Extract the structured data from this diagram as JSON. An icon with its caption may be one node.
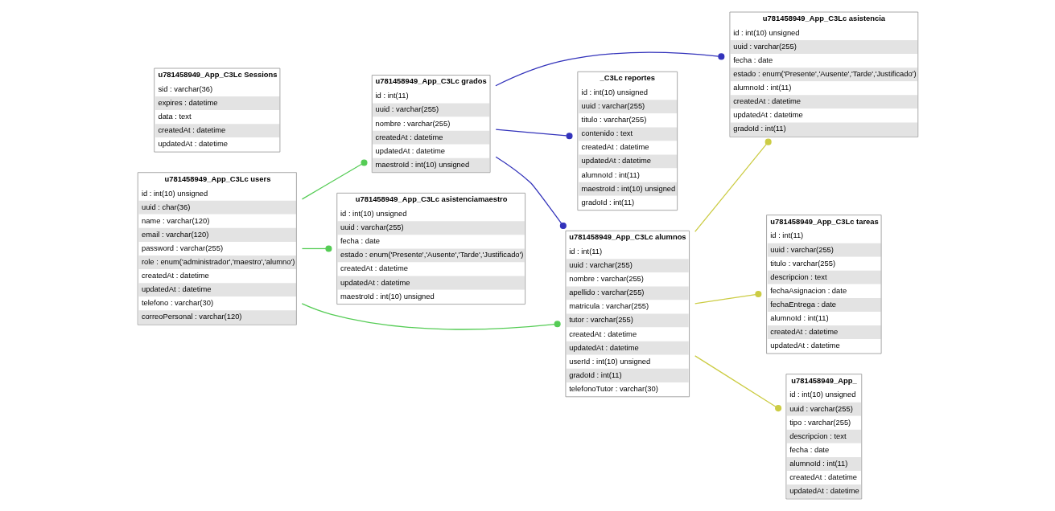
{
  "diagram": {
    "nodes": [
      {
        "text": [
          "u781458949_App_C3Lc users",
          "id : int(10) unsigned",
          "uuid : char(36)",
          "name : varchar(120)",
          "email : varchar(120)",
          "password : varchar(255)",
          "role : enum('administrador','maestro','alumno')",
          "createdAt : datetime",
          "updatedAt : datetime",
          "telefono : varchar(30)",
          "correoPersonal : varchar(120)"
        ]
      },
      {
        "text": [
          "u781458949_App_C3Lc Sessions",
          "sid : varchar(36)",
          "expires : datetime",
          "data : text",
          "createdAt : datetime",
          "updatedAt : datetime"
        ]
      },
      {
        "text": [
          "u781458949_App_C3Lc grados",
          "id : int(11)",
          "uuid : varchar(255)",
          "nombre : varchar(255)",
          "createdAt : datetime",
          "updatedAt : datetime",
          "maestroId : int(10) unsigned"
        ]
      },
      {
        "text": [
          "u781458949_App_C3Lc asistenciamaestro",
          "id : int(10) unsigned",
          "uuid : varchar(255)",
          "fecha : date",
          "estado : enum('Presente','Ausente','Tarde','Justificado')",
          "createdAt : datetime",
          "updatedAt : datetime",
          "maestroId : int(10) unsigned"
        ]
      },
      {
        "text": [
          "u781458949_App_C3Lc alumnos",
          "id : int(11)",
          "uuid : varchar(255)",
          "nombre : varchar(255)",
          "apellido : varchar(255)",
          "matricula : varchar(255)",
          "tutor : varchar(255)",
          "createdAt : datetime",
          "updatedAt : datetime",
          "userId : int(10) unsigned",
          "gradoId : int(11)",
          "telefonoTutor : varchar(30)"
        ]
      },
      {
        "text": [
          "u781458949_App_C3Lc asistencia",
          "id : int(10) unsigned",
          "uuid : varchar(255)",
          "fecha : date",
          "estado : enum('Presente','Ausente','Tarde','Justificado')",
          "alumnoId : int(11)",
          "createdAt : datetime",
          "updatedAt : datetime",
          "gradoId : int(11)"
        ]
      },
      {
        "text": [
          "u781458949_App_C3Lc tareas",
          "id : int(11)",
          "uuid : varchar(255)",
          "titulo : varchar(255)",
          "descripcion : text",
          "fechaAsignacion : date",
          "fechaEntrega : date",
          "alumnoId : int(11)",
          "createdAt : datetime",
          "updatedAt : datetime"
        ]
      },
      {
        "text": [
          "u781458949_App_",
          "id : int(10) unsigned",
          "uuid : varchar(255)",
          "tipo : varchar(255)",
          "descripcion : text",
          "fecha : date",
          "alumnoId : int(11)",
          "createdAt : datetime",
          "updatedAt : datetime"
        ]
      },
      {
        "text": [
          "_C3Lc reportes",
          "id : int(10) unsigned",
          "uuid : varchar(255)",
          "titulo : varchar(255)",
          "contenido : text",
          "createdAt : datetime",
          "updatedAt : datetime",
          "alumnoId : int(11)",
          "maestroId : int(10) unsigned",
          "gradoId : int(11)"
        ]
      }
    ],
    "edges": [
      {
        "from": 0,
        "to": 2,
        "arrow": "other",
        "color": "#55cc55"
      },
      {
        "from": 0,
        "to": 4,
        "arrow": "other",
        "color": "#55cc55"
      },
      {
        "from": 0,
        "to": 3,
        "arrow": "other",
        "color": "#55cc55"
      },
      {
        "from": 2,
        "to": 4,
        "arrow": "other",
        "color": "#3333bb"
      },
      {
        "from": 2,
        "to": 5,
        "arrow": "other",
        "color": "#3333bb"
      },
      {
        "from": 2,
        "to": 8,
        "arrow": "other",
        "color": "#3333bb"
      },
      {
        "from": 4,
        "to": 5,
        "arrow": "other",
        "color": "#cccc44"
      },
      {
        "from": 4,
        "to": 6,
        "arrow": "other",
        "color": "#cccc44"
      },
      {
        "from": 4,
        "to": 7,
        "arrow": "other",
        "color": "#cccc44"
      }
    ]
  }
}
